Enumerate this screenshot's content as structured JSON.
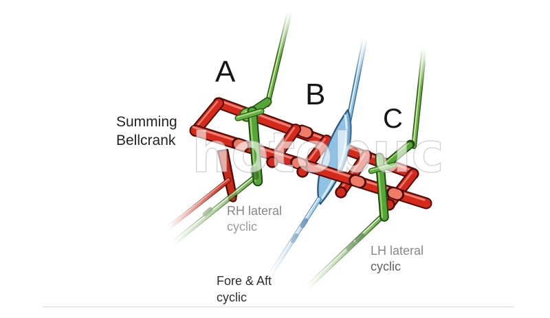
{
  "figure": {
    "type": "3d-mechanical-diagram",
    "background": "#ffffff"
  },
  "labels": {
    "station_a": "A",
    "station_b": "B",
    "station_c": "C",
    "summing_bellcrank": [
      "Summing",
      "Bellcrank"
    ],
    "rh_lateral": [
      "RH lateral",
      "cyclic"
    ],
    "fore_aft": [
      "Fore & Aft",
      "cyclic"
    ],
    "lh_lateral": [
      "LH lateral",
      "cyclic"
    ]
  },
  "watermark": {
    "text": "hotobuc"
  },
  "stations": [
    {
      "label": "A",
      "pushrod_color": "green"
    },
    {
      "label": "B",
      "pushrod_color": "blue"
    },
    {
      "label": "C",
      "pushrod_color": "green"
    }
  ],
  "colors": {
    "bellcrank_red": "#d5291c",
    "bellcrank_red_dark": "#4d0b05",
    "bellcrank_red_highlight": "#ef8f7e",
    "pushrod_green": "#55a538",
    "pushrod_green_dark": "#2c5c17",
    "pushrod_blue": "#8fc2e4",
    "pushrod_blue_dark": "#2d5a7e",
    "label_gray": "#878787",
    "label_dark": "#2d2d2d",
    "watermark_white": "#ffffff",
    "background": "#ffffff"
  }
}
